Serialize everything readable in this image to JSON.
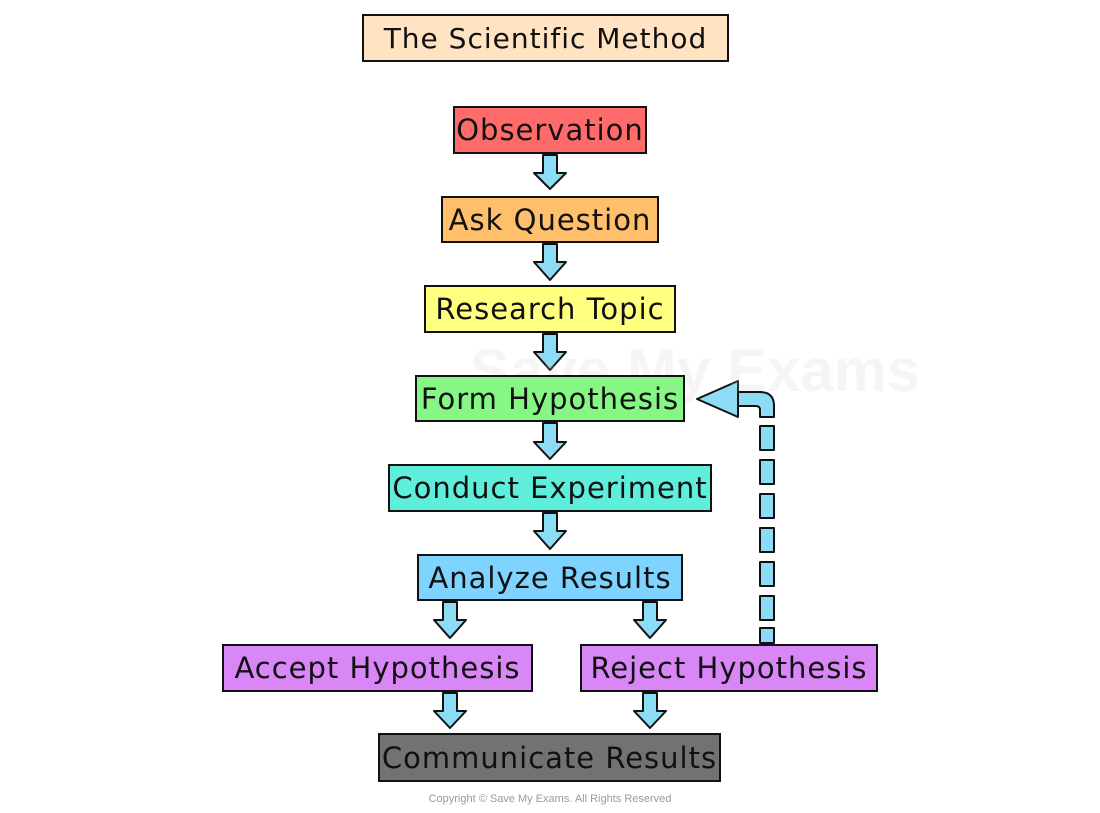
{
  "diagram": {
    "title": "The Scientific Method",
    "nodes": {
      "observation": "Observation",
      "ask_question": "Ask Question",
      "research_topic": "Research Topic",
      "form_hypothesis": "Form Hypothesis",
      "conduct_experiment": "Conduct Experiment",
      "analyze_results": "Analyze Results",
      "accept_hypothesis": "Accept Hypothesis",
      "reject_hypothesis": "Reject Hypothesis",
      "communicate_results": "Communicate Results"
    },
    "edges": [
      {
        "from": "observation",
        "to": "ask_question"
      },
      {
        "from": "ask_question",
        "to": "research_topic"
      },
      {
        "from": "research_topic",
        "to": "form_hypothesis"
      },
      {
        "from": "form_hypothesis",
        "to": "conduct_experiment"
      },
      {
        "from": "conduct_experiment",
        "to": "analyze_results"
      },
      {
        "from": "analyze_results",
        "to": "accept_hypothesis"
      },
      {
        "from": "analyze_results",
        "to": "reject_hypothesis"
      },
      {
        "from": "accept_hypothesis",
        "to": "communicate_results"
      },
      {
        "from": "reject_hypothesis",
        "to": "communicate_results"
      },
      {
        "from": "reject_hypothesis",
        "to": "form_hypothesis",
        "style": "dashed"
      }
    ],
    "copyright": "Copyright © Save My Exams. All Rights Reserved",
    "watermark": "Save My Exams"
  },
  "colors": {
    "title": "#ffe3c2",
    "observation": "#ff6b6b",
    "ask_question": "#ffbf6b",
    "research_topic": "#ffff80",
    "form_hypothesis": "#86f784",
    "conduct_experiment": "#5eeedb",
    "analyze_results": "#7fd3ff",
    "accept_hypothesis": "#d986f7",
    "reject_hypothesis": "#d986f7",
    "communicate_results": "#727272",
    "arrow": "#8cdcf5"
  }
}
